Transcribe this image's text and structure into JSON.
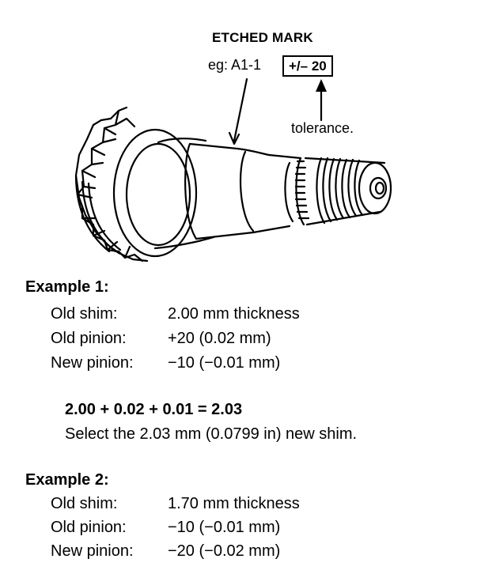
{
  "callout": {
    "title": "ETCHED MARK",
    "example_prefix": "eg: A1-1",
    "tolerance_value": "+/– 20",
    "tolerance_label": "tolerance."
  },
  "example1": {
    "title": "Example 1:",
    "rows": [
      {
        "label": "Old shim:",
        "value": "2.00 mm thickness"
      },
      {
        "label": "Old pinion:",
        "value": "+20 (0.02 mm)"
      },
      {
        "label": "New pinion:",
        "value": "−10 (−0.01 mm)"
      }
    ],
    "calculation": "2.00 + 0.02 + 0.01 = 2.03",
    "selection": "Select the 2.03 mm (0.0799 in) new shim."
  },
  "example2": {
    "title": "Example 2:",
    "rows": [
      {
        "label": "Old shim:",
        "value": "1.70 mm thickness"
      },
      {
        "label": "Old pinion:",
        "value": "−10 (−0.01 mm)"
      },
      {
        "label": "New pinion:",
        "value": "−20 (−0.02 mm)"
      }
    ]
  }
}
